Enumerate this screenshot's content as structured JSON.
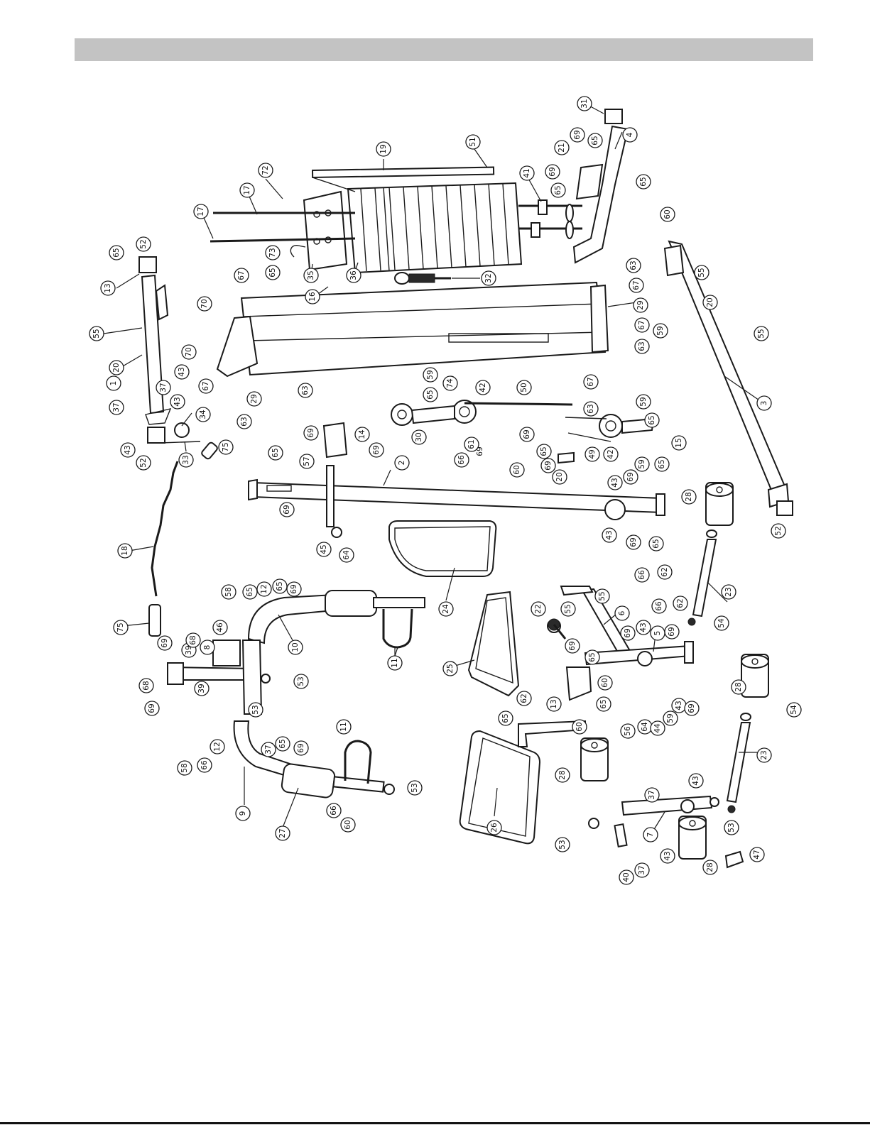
{
  "header": {
    "bar_color": "#c3c3c3"
  },
  "callouts": [
    {
      "id": "c31",
      "label": "31"
    },
    {
      "id": "c4",
      "label": "4"
    },
    {
      "id": "c69a",
      "label": "69"
    },
    {
      "id": "c65a",
      "label": "65"
    },
    {
      "id": "c21",
      "label": "21"
    },
    {
      "id": "c69b",
      "label": "69"
    },
    {
      "id": "c65b",
      "label": "65"
    },
    {
      "id": "c41",
      "label": "41"
    },
    {
      "id": "c65c",
      "label": "65"
    },
    {
      "id": "c60a",
      "label": "60"
    },
    {
      "id": "c19",
      "label": "19"
    },
    {
      "id": "c51",
      "label": "51"
    },
    {
      "id": "c72",
      "label": "72"
    },
    {
      "id": "c17a",
      "label": "17"
    },
    {
      "id": "c17b",
      "label": "17"
    },
    {
      "id": "c35",
      "label": "35"
    },
    {
      "id": "c36",
      "label": "36"
    },
    {
      "id": "c73",
      "label": "73"
    },
    {
      "id": "c32",
      "label": "32"
    },
    {
      "id": "c52a",
      "label": "52"
    },
    {
      "id": "c65d",
      "label": "65"
    },
    {
      "id": "c13a",
      "label": "13"
    },
    {
      "id": "c55a",
      "label": "55"
    },
    {
      "id": "c20a",
      "label": "20"
    },
    {
      "id": "c1",
      "label": "1"
    },
    {
      "id": "c37a",
      "label": "37"
    },
    {
      "id": "c37b",
      "label": "37"
    },
    {
      "id": "c43a",
      "label": "43"
    },
    {
      "id": "c43b",
      "label": "43"
    },
    {
      "id": "c43c",
      "label": "43"
    },
    {
      "id": "c52b",
      "label": "52"
    },
    {
      "id": "c33",
      "label": "33"
    },
    {
      "id": "c34",
      "label": "34"
    },
    {
      "id": "c75a",
      "label": "75"
    },
    {
      "id": "c67a",
      "label": "67"
    },
    {
      "id": "c65e",
      "label": "65"
    },
    {
      "id": "c70a",
      "label": "70"
    },
    {
      "id": "c16",
      "label": "16"
    },
    {
      "id": "c70b",
      "label": "70"
    },
    {
      "id": "c67b",
      "label": "67"
    },
    {
      "id": "c63a",
      "label": "63"
    },
    {
      "id": "c29a",
      "label": "29"
    },
    {
      "id": "c63b",
      "label": "63"
    },
    {
      "id": "c63c",
      "label": "63"
    },
    {
      "id": "c67c",
      "label": "67"
    },
    {
      "id": "c29b",
      "label": "29"
    },
    {
      "id": "c67d",
      "label": "67"
    },
    {
      "id": "c63d",
      "label": "63"
    },
    {
      "id": "c55b",
      "label": "55"
    },
    {
      "id": "c59a",
      "label": "59"
    },
    {
      "id": "c20b",
      "label": "20"
    },
    {
      "id": "c55c",
      "label": "55"
    },
    {
      "id": "c3",
      "label": "3"
    },
    {
      "id": "c52c",
      "label": "52"
    },
    {
      "id": "c59b",
      "label": "59"
    },
    {
      "id": "c65f",
      "label": "65"
    },
    {
      "id": "c74",
      "label": "74"
    },
    {
      "id": "c42a",
      "label": "42"
    },
    {
      "id": "c50",
      "label": "50"
    },
    {
      "id": "c67e",
      "label": "67"
    },
    {
      "id": "c63e",
      "label": "63"
    },
    {
      "id": "c59c",
      "label": "59"
    },
    {
      "id": "c65g",
      "label": "65"
    },
    {
      "id": "c15",
      "label": "15"
    },
    {
      "id": "c65h",
      "label": "65"
    },
    {
      "id": "c59d",
      "label": "59"
    },
    {
      "id": "c69c",
      "label": "69"
    },
    {
      "id": "c30",
      "label": "30"
    },
    {
      "id": "c69d",
      "label": "69"
    },
    {
      "id": "c14",
      "label": "14"
    },
    {
      "id": "c69e",
      "label": "69"
    },
    {
      "id": "c57",
      "label": "57"
    },
    {
      "id": "c61",
      "label": "61"
    },
    {
      "id": "c69f",
      "label": "69"
    },
    {
      "id": "c66a",
      "label": "66"
    },
    {
      "id": "c60b",
      "label": "60"
    },
    {
      "id": "c69g",
      "label": "69"
    },
    {
      "id": "c65i",
      "label": "65"
    },
    {
      "id": "c20c",
      "label": "20"
    },
    {
      "id": "c49",
      "label": "49"
    },
    {
      "id": "c42b",
      "label": "42"
    },
    {
      "id": "c65j",
      "label": "65"
    },
    {
      "id": "c2",
      "label": "2"
    },
    {
      "id": "c69h",
      "label": "69"
    },
    {
      "id": "c43d",
      "label": "43"
    },
    {
      "id": "c69i",
      "label": "69"
    },
    {
      "id": "c43e",
      "label": "43"
    },
    {
      "id": "c69j",
      "label": "69"
    },
    {
      "id": "c65k",
      "label": "65"
    },
    {
      "id": "c28a",
      "label": "28"
    },
    {
      "id": "c45",
      "label": "45"
    },
    {
      "id": "c64a",
      "label": "64"
    },
    {
      "id": "c18",
      "label": "18"
    },
    {
      "id": "c24",
      "label": "24"
    },
    {
      "id": "c66b",
      "label": "66"
    },
    {
      "id": "c62a",
      "label": "62"
    },
    {
      "id": "c23a",
      "label": "23"
    },
    {
      "id": "c55d",
      "label": "55"
    },
    {
      "id": "c55e",
      "label": "55"
    },
    {
      "id": "c6",
      "label": "6"
    },
    {
      "id": "c66c",
      "label": "66"
    },
    {
      "id": "c62b",
      "label": "62"
    },
    {
      "id": "c54a",
      "label": "54"
    },
    {
      "id": "c22",
      "label": "22"
    },
    {
      "id": "c58a",
      "label": "58"
    },
    {
      "id": "c65l",
      "label": "65"
    },
    {
      "id": "c12a",
      "label": "12"
    },
    {
      "id": "c65m",
      "label": "65"
    },
    {
      "id": "c69k",
      "label": "69"
    },
    {
      "id": "c10",
      "label": "10"
    },
    {
      "id": "c11a",
      "label": "11"
    },
    {
      "id": "c75b",
      "label": "75"
    },
    {
      "id": "c46",
      "label": "46"
    },
    {
      "id": "c69l",
      "label": "69"
    },
    {
      "id": "c39a",
      "label": "39"
    },
    {
      "id": "c68a",
      "label": "68"
    },
    {
      "id": "c8",
      "label": "8"
    },
    {
      "id": "c53a",
      "label": "53"
    },
    {
      "id": "c68b",
      "label": "68"
    },
    {
      "id": "c69m",
      "label": "69"
    },
    {
      "id": "c39b",
      "label": "39"
    },
    {
      "id": "c25",
      "label": "25"
    },
    {
      "id": "c69n",
      "label": "69"
    },
    {
      "id": "c43f",
      "label": "43"
    },
    {
      "id": "c69o",
      "label": "69"
    },
    {
      "id": "c5",
      "label": "5"
    },
    {
      "id": "c65n",
      "label": "65"
    },
    {
      "id": "c69p",
      "label": "69"
    },
    {
      "id": "c60c",
      "label": "60"
    },
    {
      "id": "c28b",
      "label": "28"
    },
    {
      "id": "c65o",
      "label": "65"
    },
    {
      "id": "c43g",
      "label": "43"
    },
    {
      "id": "c69q",
      "label": "69"
    },
    {
      "id": "c54b",
      "label": "54"
    },
    {
      "id": "c56",
      "label": "56"
    },
    {
      "id": "c64b",
      "label": "64"
    },
    {
      "id": "c44",
      "label": "44"
    },
    {
      "id": "c59e",
      "label": "59"
    },
    {
      "id": "c62c",
      "label": "62"
    },
    {
      "id": "c13b",
      "label": "13"
    },
    {
      "id": "c65p",
      "label": "65"
    },
    {
      "id": "c60d",
      "label": "60"
    },
    {
      "id": "c53b",
      "label": "53"
    },
    {
      "id": "c12b",
      "label": "12"
    },
    {
      "id": "c37c",
      "label": "37"
    },
    {
      "id": "c65q",
      "label": "65"
    },
    {
      "id": "c69r",
      "label": "69"
    },
    {
      "id": "c58b",
      "label": "58"
    },
    {
      "id": "c66d",
      "label": "66"
    },
    {
      "id": "c28c",
      "label": "28"
    },
    {
      "id": "c23b",
      "label": "23"
    },
    {
      "id": "c11b",
      "label": "11"
    },
    {
      "id": "c53c",
      "label": "53"
    },
    {
      "id": "c66e",
      "label": "66"
    },
    {
      "id": "c60e",
      "label": "60"
    },
    {
      "id": "c9",
      "label": "9"
    },
    {
      "id": "c27",
      "label": "27"
    },
    {
      "id": "c26",
      "label": "26"
    },
    {
      "id": "c53d",
      "label": "53"
    },
    {
      "id": "c37d",
      "label": "37"
    },
    {
      "id": "c43h",
      "label": "43"
    },
    {
      "id": "c53e",
      "label": "53"
    },
    {
      "id": "c7",
      "label": "7"
    },
    {
      "id": "c43i",
      "label": "43"
    },
    {
      "id": "c40",
      "label": "40"
    },
    {
      "id": "c37e",
      "label": "37"
    },
    {
      "id": "c28d",
      "label": "28"
    },
    {
      "id": "c47",
      "label": "47"
    }
  ]
}
